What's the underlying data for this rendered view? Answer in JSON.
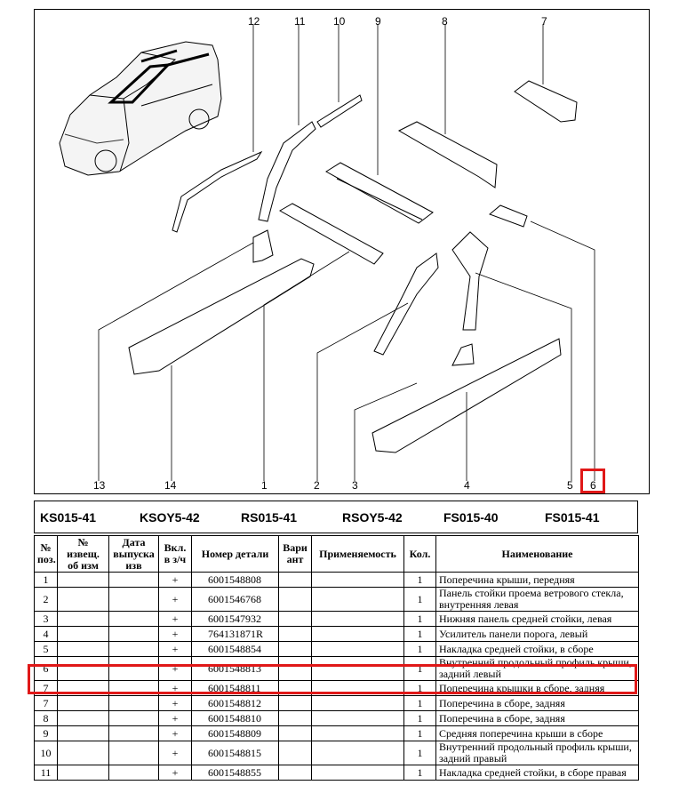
{
  "diagram": {
    "callouts": [
      "12",
      "11",
      "10",
      "9",
      "8",
      "7",
      "13",
      "14",
      "1",
      "2",
      "3",
      "4",
      "5",
      "6"
    ],
    "highlighted_callout": "6"
  },
  "models": [
    "KS015-41",
    "KSOY5-42",
    "RS015-41",
    "RSOY5-42",
    "FS015-40",
    "FS015-41"
  ],
  "table": {
    "headers": [
      "№ поз.",
      "№ извещ. об изм",
      "Дата выпуска изв",
      "Вкл. в з/ч",
      "Номер детали",
      "Вари ант",
      "Применяемость",
      "Кол.",
      "Наименование"
    ],
    "rows": [
      {
        "pos": "1",
        "incl": "+",
        "part": "6001548808",
        "qty": "1",
        "name": "Поперечина крыши, передняя"
      },
      {
        "pos": "2",
        "incl": "+",
        "part": "6001546768",
        "qty": "1",
        "name": "Панель стойки проема ветрового стекла, внутренняя левая"
      },
      {
        "pos": "3",
        "incl": "+",
        "part": "6001547932",
        "qty": "1",
        "name": "Нижняя панель средней стойки, левая"
      },
      {
        "pos": "4",
        "incl": "+",
        "part": "764131871R",
        "qty": "1",
        "name": "Усилитель панели порога, левый"
      },
      {
        "pos": "5",
        "incl": "+",
        "part": "6001548854",
        "qty": "1",
        "name": "Накладка средней стойки, в сборе"
      },
      {
        "pos": "6",
        "incl": "+",
        "part": "6001548813",
        "qty": "1",
        "name": "Внутренний продольный профиль крыши, задний левый"
      },
      {
        "pos": "7",
        "incl": "+",
        "part": "6001548811",
        "qty": "1",
        "name": "Поперечина крышки в сборе, задняя"
      },
      {
        "pos": "7",
        "incl": "+",
        "part": "6001548812",
        "qty": "1",
        "name": "Поперечина в сборе, задняя"
      },
      {
        "pos": "8",
        "incl": "+",
        "part": "6001548810",
        "qty": "1",
        "name": "Поперечина в сборе, задняя"
      },
      {
        "pos": "9",
        "incl": "+",
        "part": "6001548809",
        "qty": "1",
        "name": "Средняя поперечина крыши в сборе"
      },
      {
        "pos": "10",
        "incl": "+",
        "part": "6001548815",
        "qty": "1",
        "name": "Внутренний продольный профиль крыши, задний правый"
      },
      {
        "pos": "11",
        "incl": "+",
        "part": "6001548855",
        "qty": "1",
        "name": "Накладка средней стойки, в сборе правая"
      }
    ],
    "highlighted_row": "6"
  }
}
